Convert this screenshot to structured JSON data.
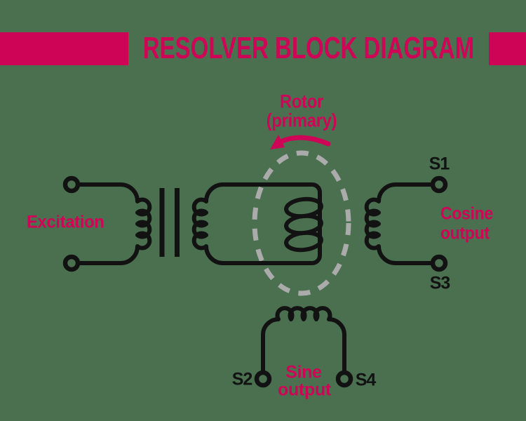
{
  "header": {
    "title": "RESOLVER BLOCK DIAGRAM"
  },
  "colors": {
    "background": "#4A7050",
    "accent": "#CE0556",
    "line": "#121212",
    "rotor_dash": "#ABABAB"
  },
  "icons": {
    "rotation_arrow": "curved-counterclockwise-rotation-arrow"
  },
  "diagram": {
    "excitation": {
      "label": "Excitation"
    },
    "rotor": {
      "label_line1": "Rotor",
      "label_line2": "(primary)"
    },
    "cosine": {
      "label_line1": "Cosine",
      "label_line2": "output",
      "terminal_top": "S1",
      "terminal_bottom": "S3"
    },
    "sine": {
      "label_line1": "Sine",
      "label_line2": "output",
      "terminal_left": "S2",
      "terminal_right": "S4"
    }
  }
}
